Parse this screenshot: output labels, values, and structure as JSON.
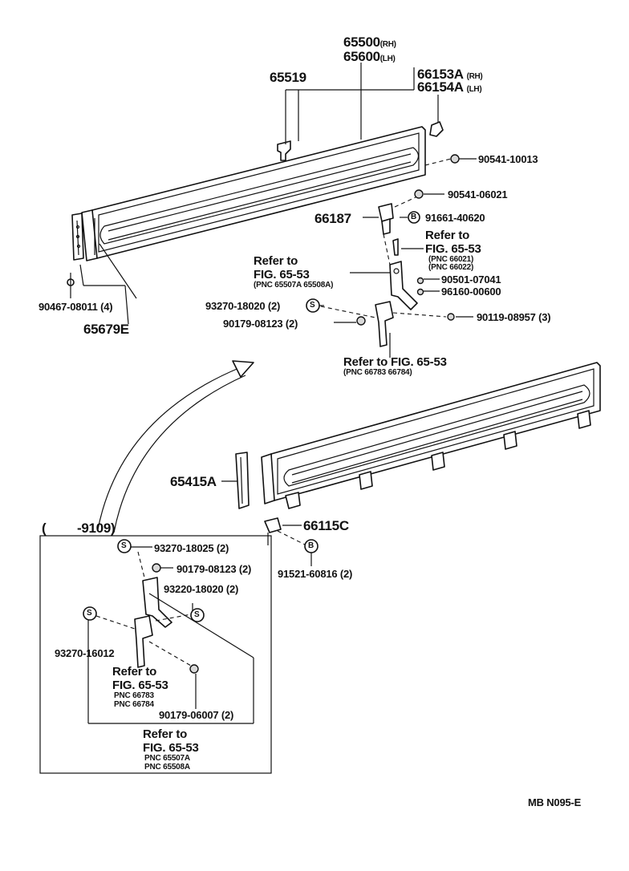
{
  "labels": {
    "p65500": "65500",
    "p65500_side": "(RH)",
    "p65600": "65600",
    "p65600_side": "(LH)",
    "p65519": "65519",
    "p66153a": "66153A",
    "p66153a_side": "(RH)",
    "p66154a": "66154A",
    "p66154a_side": "(LH)",
    "p90541_10013": "90541-10013",
    "p90541_06021": "90541-06021",
    "p66187": "66187",
    "p91661_40620": "91661-40620",
    "refer_to_1": "Refer to",
    "fig_1": "FIG. 65-53",
    "pnc_1a": "(PNC 66021)",
    "pnc_1b": "(PNC 66022)",
    "refer_to_2": "Refer to",
    "fig_2": "FIG. 65-53",
    "pnc_2": "(PNC 65507A 65508A)",
    "p90501_07041": "90501-07041",
    "p96160_00600": "96160-00600",
    "p93270_18020": "93270-18020 (2)",
    "p90179_08123": "90179-08123 (2)",
    "p90119_08957": "90119-08957 (3)",
    "p90467_08011": "90467-08011 (4)",
    "p65679e": "65679E",
    "refer_to_3": "Refer to FIG. 65-53",
    "pnc_3": "(PNC 66783 66784)",
    "p65415a": "65415A",
    "p66115c": "66115C",
    "p91521_60816": "91521-60816 (2)",
    "inset_range_open": "(",
    "inset_range_end": "-9109)",
    "p93270_18025": "93270-18025 (2)",
    "p90179_08123_b": "90179-08123 (2)",
    "p93220_18020": "93220-18020 (2)",
    "p93270_16012": "93270-16012",
    "refer_to_4": "Refer to",
    "fig_4": "FIG. 65-53",
    "pnc_4a": "PNC 66783",
    "pnc_4b": "PNC 66784",
    "p90179_06007": "90179-06007 (2)",
    "refer_to_5": "Refer to",
    "fig_5": "FIG. 65-53",
    "pnc_5a": "PNC 65507A",
    "pnc_5b": "PNC 65508A",
    "code": "MB N095-E"
  },
  "symbols": {
    "s": "S",
    "b": "B"
  }
}
